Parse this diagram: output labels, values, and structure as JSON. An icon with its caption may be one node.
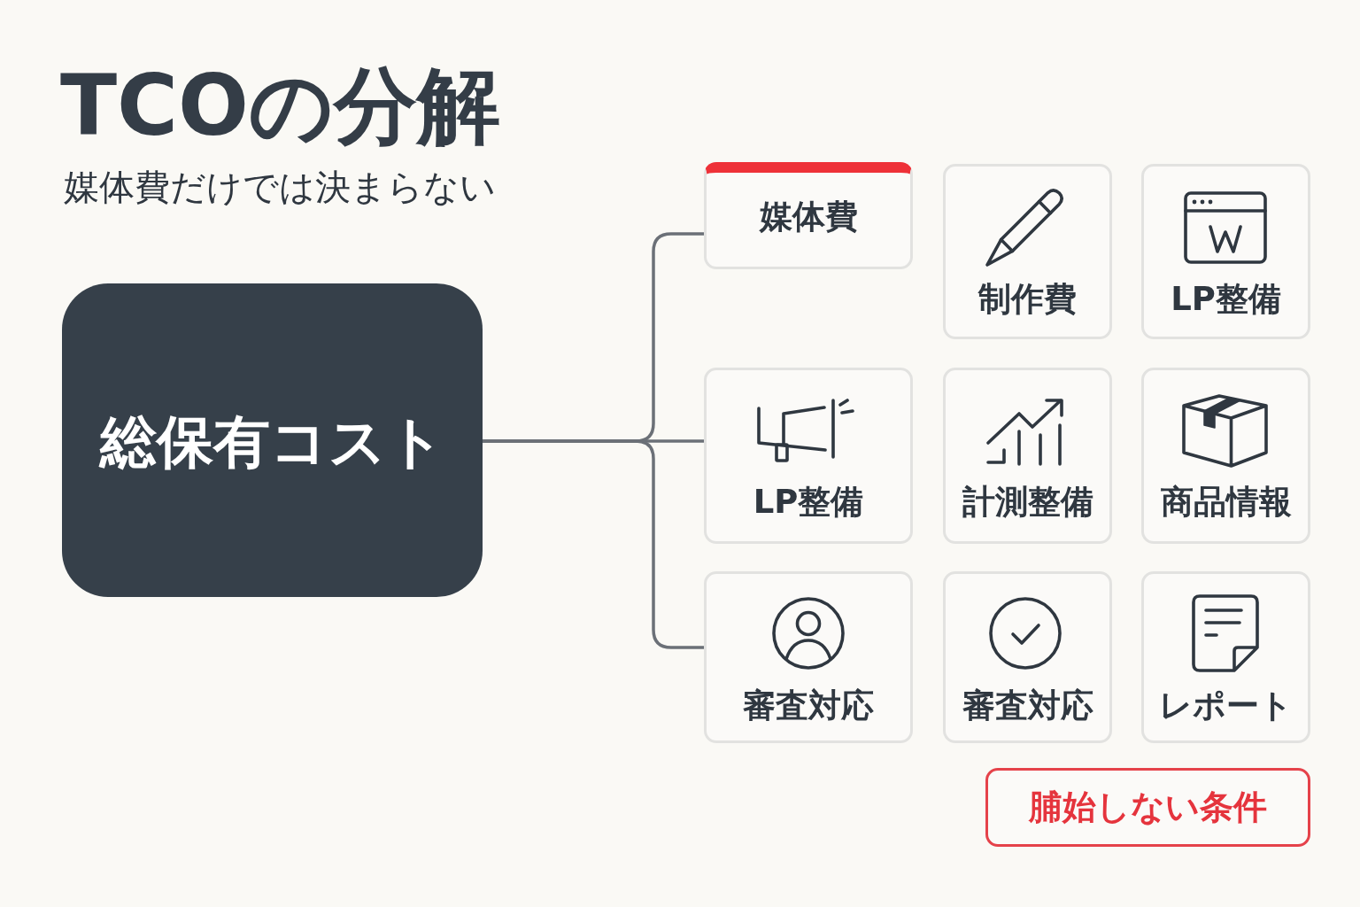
{
  "diagram": {
    "title": "TCOの分解",
    "nodes": [
      {
        "text": [
          "総保有コスト"
        ]
      },
      {
        "text": [
          "媒体費"
        ]
      },
      {
        "text": [
          "制作費"
        ]
      },
      {
        "text": [
          "LP整備"
        ]
      },
      {
        "text": [
          "LP整備"
        ]
      },
      {
        "text": [
          "計測整備"
        ]
      },
      {
        "text": [
          "商品情報"
        ]
      },
      {
        "text": [
          "審査対応"
        ]
      },
      {
        "text": [
          "審査対応"
        ]
      },
      {
        "text": [
          "レポート"
        ]
      },
      {
        "text": [
          "脯始しない条件"
        ]
      }
    ],
    "edges": [
      {
        "from": 0,
        "to": 1,
        "arrow": "none"
      },
      {
        "from": 0,
        "to": 4,
        "arrow": "none"
      },
      {
        "from": 0,
        "to": 7,
        "arrow": "none"
      }
    ],
    "labels": [
      "媒体費だけでは決まらない"
    ]
  }
}
